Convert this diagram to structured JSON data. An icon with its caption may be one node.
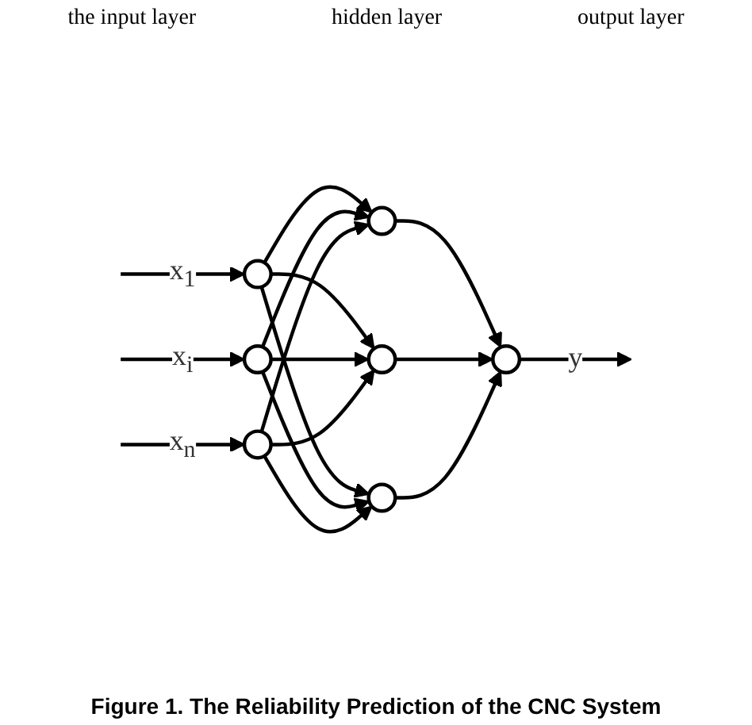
{
  "diagram": {
    "caption": "Figure 1. The Reliability Prediction of the CNC System",
    "nodes": [
      {
        "text": [],
        "shape": "circle"
      },
      {
        "text": [],
        "shape": "circle"
      },
      {
        "text": [],
        "shape": "circle"
      },
      {
        "text": [],
        "shape": "circle"
      },
      {
        "text": [],
        "shape": "circle"
      },
      {
        "text": [],
        "shape": "circle"
      },
      {
        "text": [],
        "shape": "circle"
      }
    ],
    "edges": [
      {
        "from": null,
        "to": 0,
        "arrow": "to",
        "label": "x$_{1}$"
      },
      {
        "from": null,
        "to": 1,
        "arrow": "to",
        "label": "x$_{i}$"
      },
      {
        "from": null,
        "to": 2,
        "arrow": "to",
        "label": "x$_{n}$"
      },
      {
        "from": 0,
        "to": 3,
        "arrow": "to"
      },
      {
        "from": 0,
        "to": 4,
        "arrow": "to"
      },
      {
        "from": 0,
        "to": 5,
        "arrow": "to"
      },
      {
        "from": 1,
        "to": 3,
        "arrow": "to"
      },
      {
        "from": 1,
        "to": 4,
        "arrow": "to"
      },
      {
        "from": 1,
        "to": 5,
        "arrow": "to"
      },
      {
        "from": 2,
        "to": 3,
        "arrow": "to"
      },
      {
        "from": 2,
        "to": 4,
        "arrow": "to"
      },
      {
        "from": 2,
        "to": 5,
        "arrow": "to"
      },
      {
        "from": 3,
        "to": 6,
        "arrow": "to"
      },
      {
        "from": 4,
        "to": 6,
        "arrow": "to"
      },
      {
        "from": 5,
        "to": 6,
        "arrow": "to"
      },
      {
        "from": 6,
        "to": null,
        "arrow": "to",
        "label": "y"
      }
    ],
    "labels": [
      "the input layer",
      "hidden layer",
      "output layer"
    ]
  }
}
